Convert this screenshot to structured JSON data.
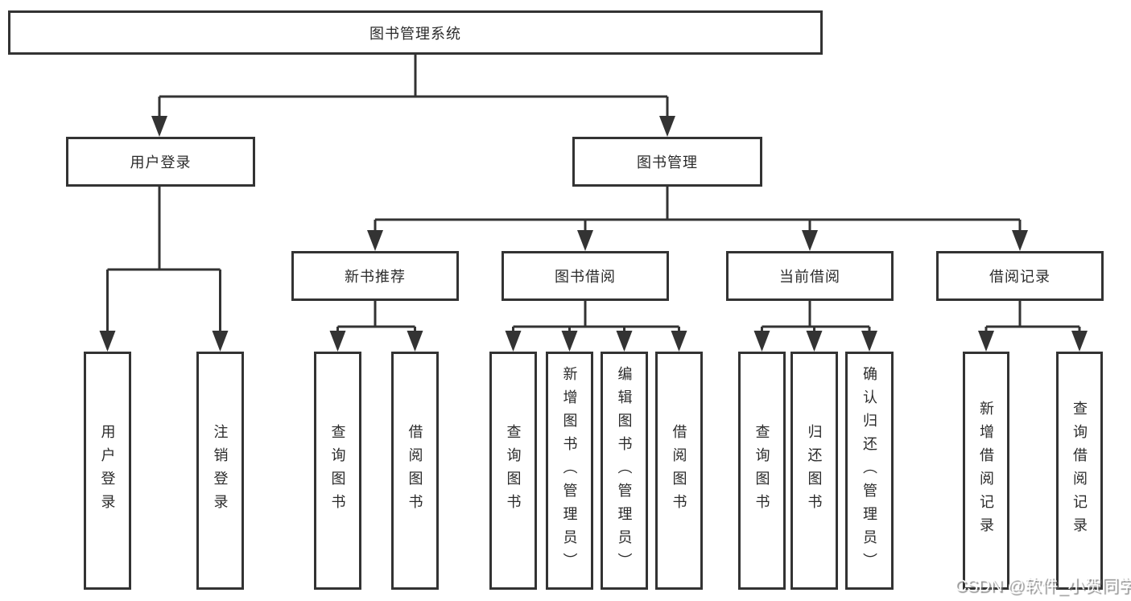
{
  "diagram": {
    "root": {
      "label": "图书管理系统",
      "children": [
        {
          "label": "用户登录",
          "children": [
            {
              "label": "用户登录"
            },
            {
              "label": "注销登录"
            }
          ]
        },
        {
          "label": "图书管理",
          "children": [
            {
              "label": "新书推荐",
              "children": [
                {
                  "label": "查询图书"
                },
                {
                  "label": "借阅图书"
                }
              ]
            },
            {
              "label": "图书借阅",
              "children": [
                {
                  "label": "查询图书"
                },
                {
                  "label": "新增图书（管理员）"
                },
                {
                  "label": "编辑图书（管理员）"
                },
                {
                  "label": "借阅图书"
                }
              ]
            },
            {
              "label": "当前借阅",
              "children": [
                {
                  "label": "查询图书"
                },
                {
                  "label": "归还图书"
                },
                {
                  "label": "确认归还（管理员）"
                }
              ]
            },
            {
              "label": "借阅记录",
              "children": [
                {
                  "label": "新增借阅记录"
                },
                {
                  "label": "查询借阅记录"
                }
              ]
            }
          ]
        }
      ]
    }
  },
  "watermark": {
    "text": "CSDN @软件_小贺同学"
  },
  "colors": {
    "line": "#333333",
    "box_border": "#333333",
    "background": "#ffffff",
    "watermark_fill": "#ffffff",
    "watermark_shadow": "#696969"
  }
}
